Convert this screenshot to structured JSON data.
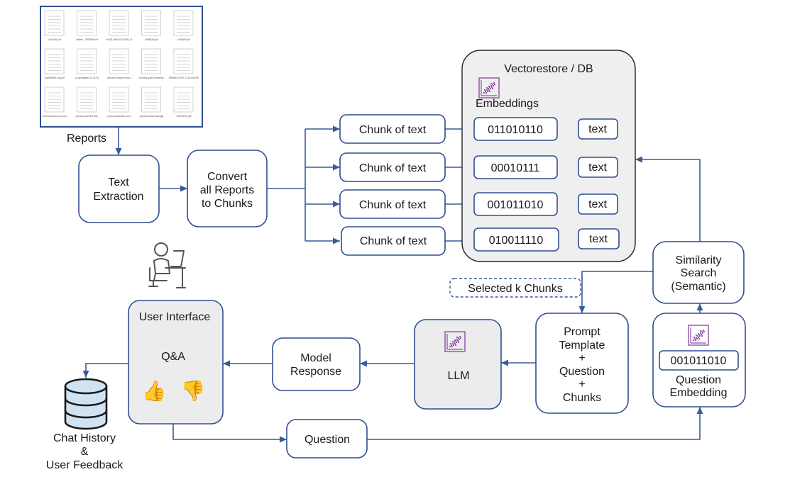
{
  "reports": {
    "label": "Reports",
    "files": [
      "xyz0452.pdf",
      "athena - 0952999.pdf",
      "bsd23 rp61613128356_s7.fzs.pdf",
      "hd8652bj.pdf",
      "urt28690.pdf",
      "aqc8963bu-eng.pdf",
      "ut-cumulative-22-09-18.pdf",
      "lambtons-market-view-2022-09-08.pdf",
      "morning-grab-comments-9-6.pdf",
      "NRBMGVS02S 7235-00w BRGJ00-LAL 09...pdf",
      "nova-selective-perm-market-snapshot-0821.pdf",
      "jones-perspective-thursday-commentary-150422.pdf",
      "jones-perspective-morning-commentary-080822.pdf",
      "jeanstreetmorningmlglgmbk-Fstart2.pdf",
      "weekHR01.pdf"
    ]
  },
  "nodes": {
    "text_extraction": {
      "line1": "Text",
      "line2": "Extraction"
    },
    "convert": {
      "line1": "Convert",
      "line2": "all Reports",
      "line3": "to Chunks"
    },
    "chunks": [
      "Chunk of text",
      "Chunk of text",
      "Chunk of text",
      "Chunk of text"
    ],
    "vectorstore": {
      "title": "Vectorestore / DB",
      "embeddings_label": "Embeddings",
      "vectors": [
        "011010110",
        "00010111",
        "001011010",
        "010011110"
      ],
      "texts": [
        "text",
        "text",
        "text",
        "text"
      ]
    },
    "similarity": {
      "line1": "Similarity",
      "line2": "Search",
      "line3": "(Semantic)"
    },
    "selected": "Selected k Chunks",
    "prompt": {
      "line1": "Prompt",
      "line2": "Template",
      "line3": "+",
      "line4": "Question",
      "line5": "+",
      "line6": "Chunks"
    },
    "llm": "LLM",
    "model_response": {
      "line1": "Model",
      "line2": "Response"
    },
    "user_interface": {
      "title": "User Interface",
      "qa": "Q&A"
    },
    "question_embedding": {
      "vector": "001011010",
      "line1": "Question",
      "line2": "Embedding"
    },
    "question": "Question",
    "chat_history": {
      "line1": "Chat History",
      "line2": "&",
      "line3": "User Feedback"
    }
  },
  "icons": {
    "thumbs_up": "👍",
    "thumbs_down": "👎",
    "database": "database-icon",
    "user": "user-at-desk-icon",
    "embedding": "scatter-embedding-icon"
  },
  "colors": {
    "box_stroke": "#2f4f8f",
    "arrow": "#3a5a9a",
    "embedding_icon": "#8c4fa8",
    "database_fill": "#cfe3f3",
    "reports_border": "#2f4f8f"
  }
}
